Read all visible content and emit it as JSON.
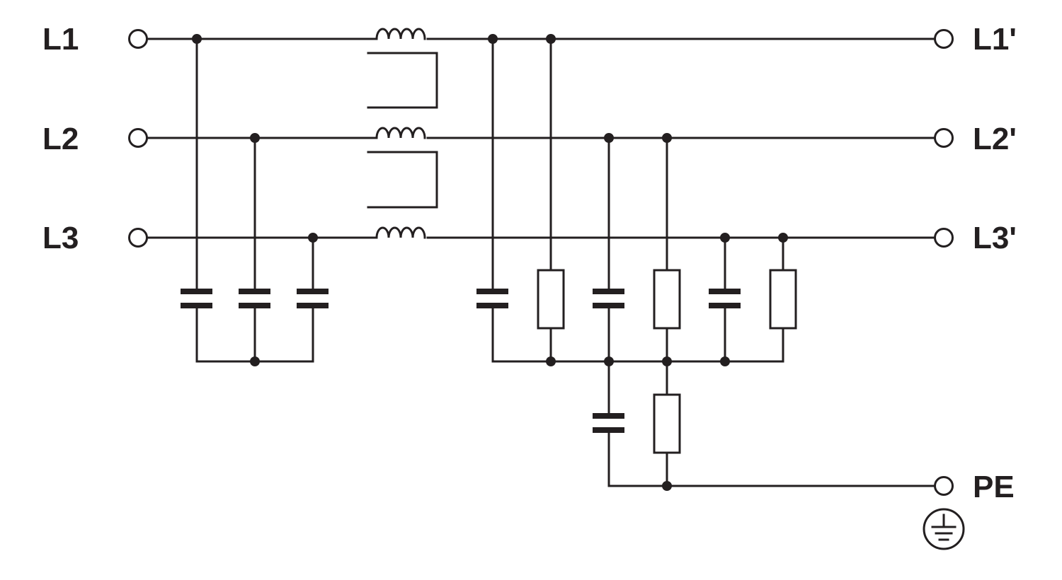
{
  "labels": {
    "in_l1": "L1",
    "in_l2": "L2",
    "in_l3": "L3",
    "out_l1": "L1'",
    "out_l2": "L2'",
    "out_l3": "L3'",
    "pe": "PE"
  },
  "icons": {
    "ground": "protective-earth-icon"
  },
  "colors": {
    "ink": "#231f20",
    "background": "#ffffff"
  }
}
